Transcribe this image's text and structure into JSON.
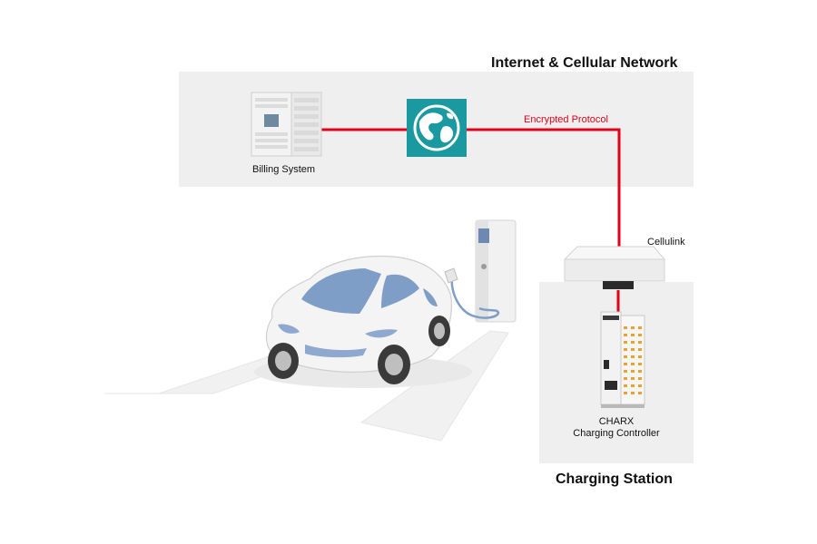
{
  "network": {
    "title": "Internet & Cellular Network"
  },
  "station": {
    "title": "Charging Station"
  },
  "labels": {
    "billing": "Billing System",
    "protocol": "Encrypted Protocol",
    "cellulink": "Cellulink",
    "controller_line1": "CHARX",
    "controller_line2": "Charging Controller"
  },
  "colors": {
    "link": "#e3001b",
    "globe_bg": "#1a9aa0",
    "panel": "#efefef",
    "car_glass": "#7e9ec8"
  },
  "icons": {
    "billing": "server-cabinet-icon",
    "internet": "globe-icon",
    "cellulink": "router-box-icon",
    "controller": "din-rail-controller-icon",
    "car": "electric-car-icon",
    "charger": "charging-post-icon"
  }
}
